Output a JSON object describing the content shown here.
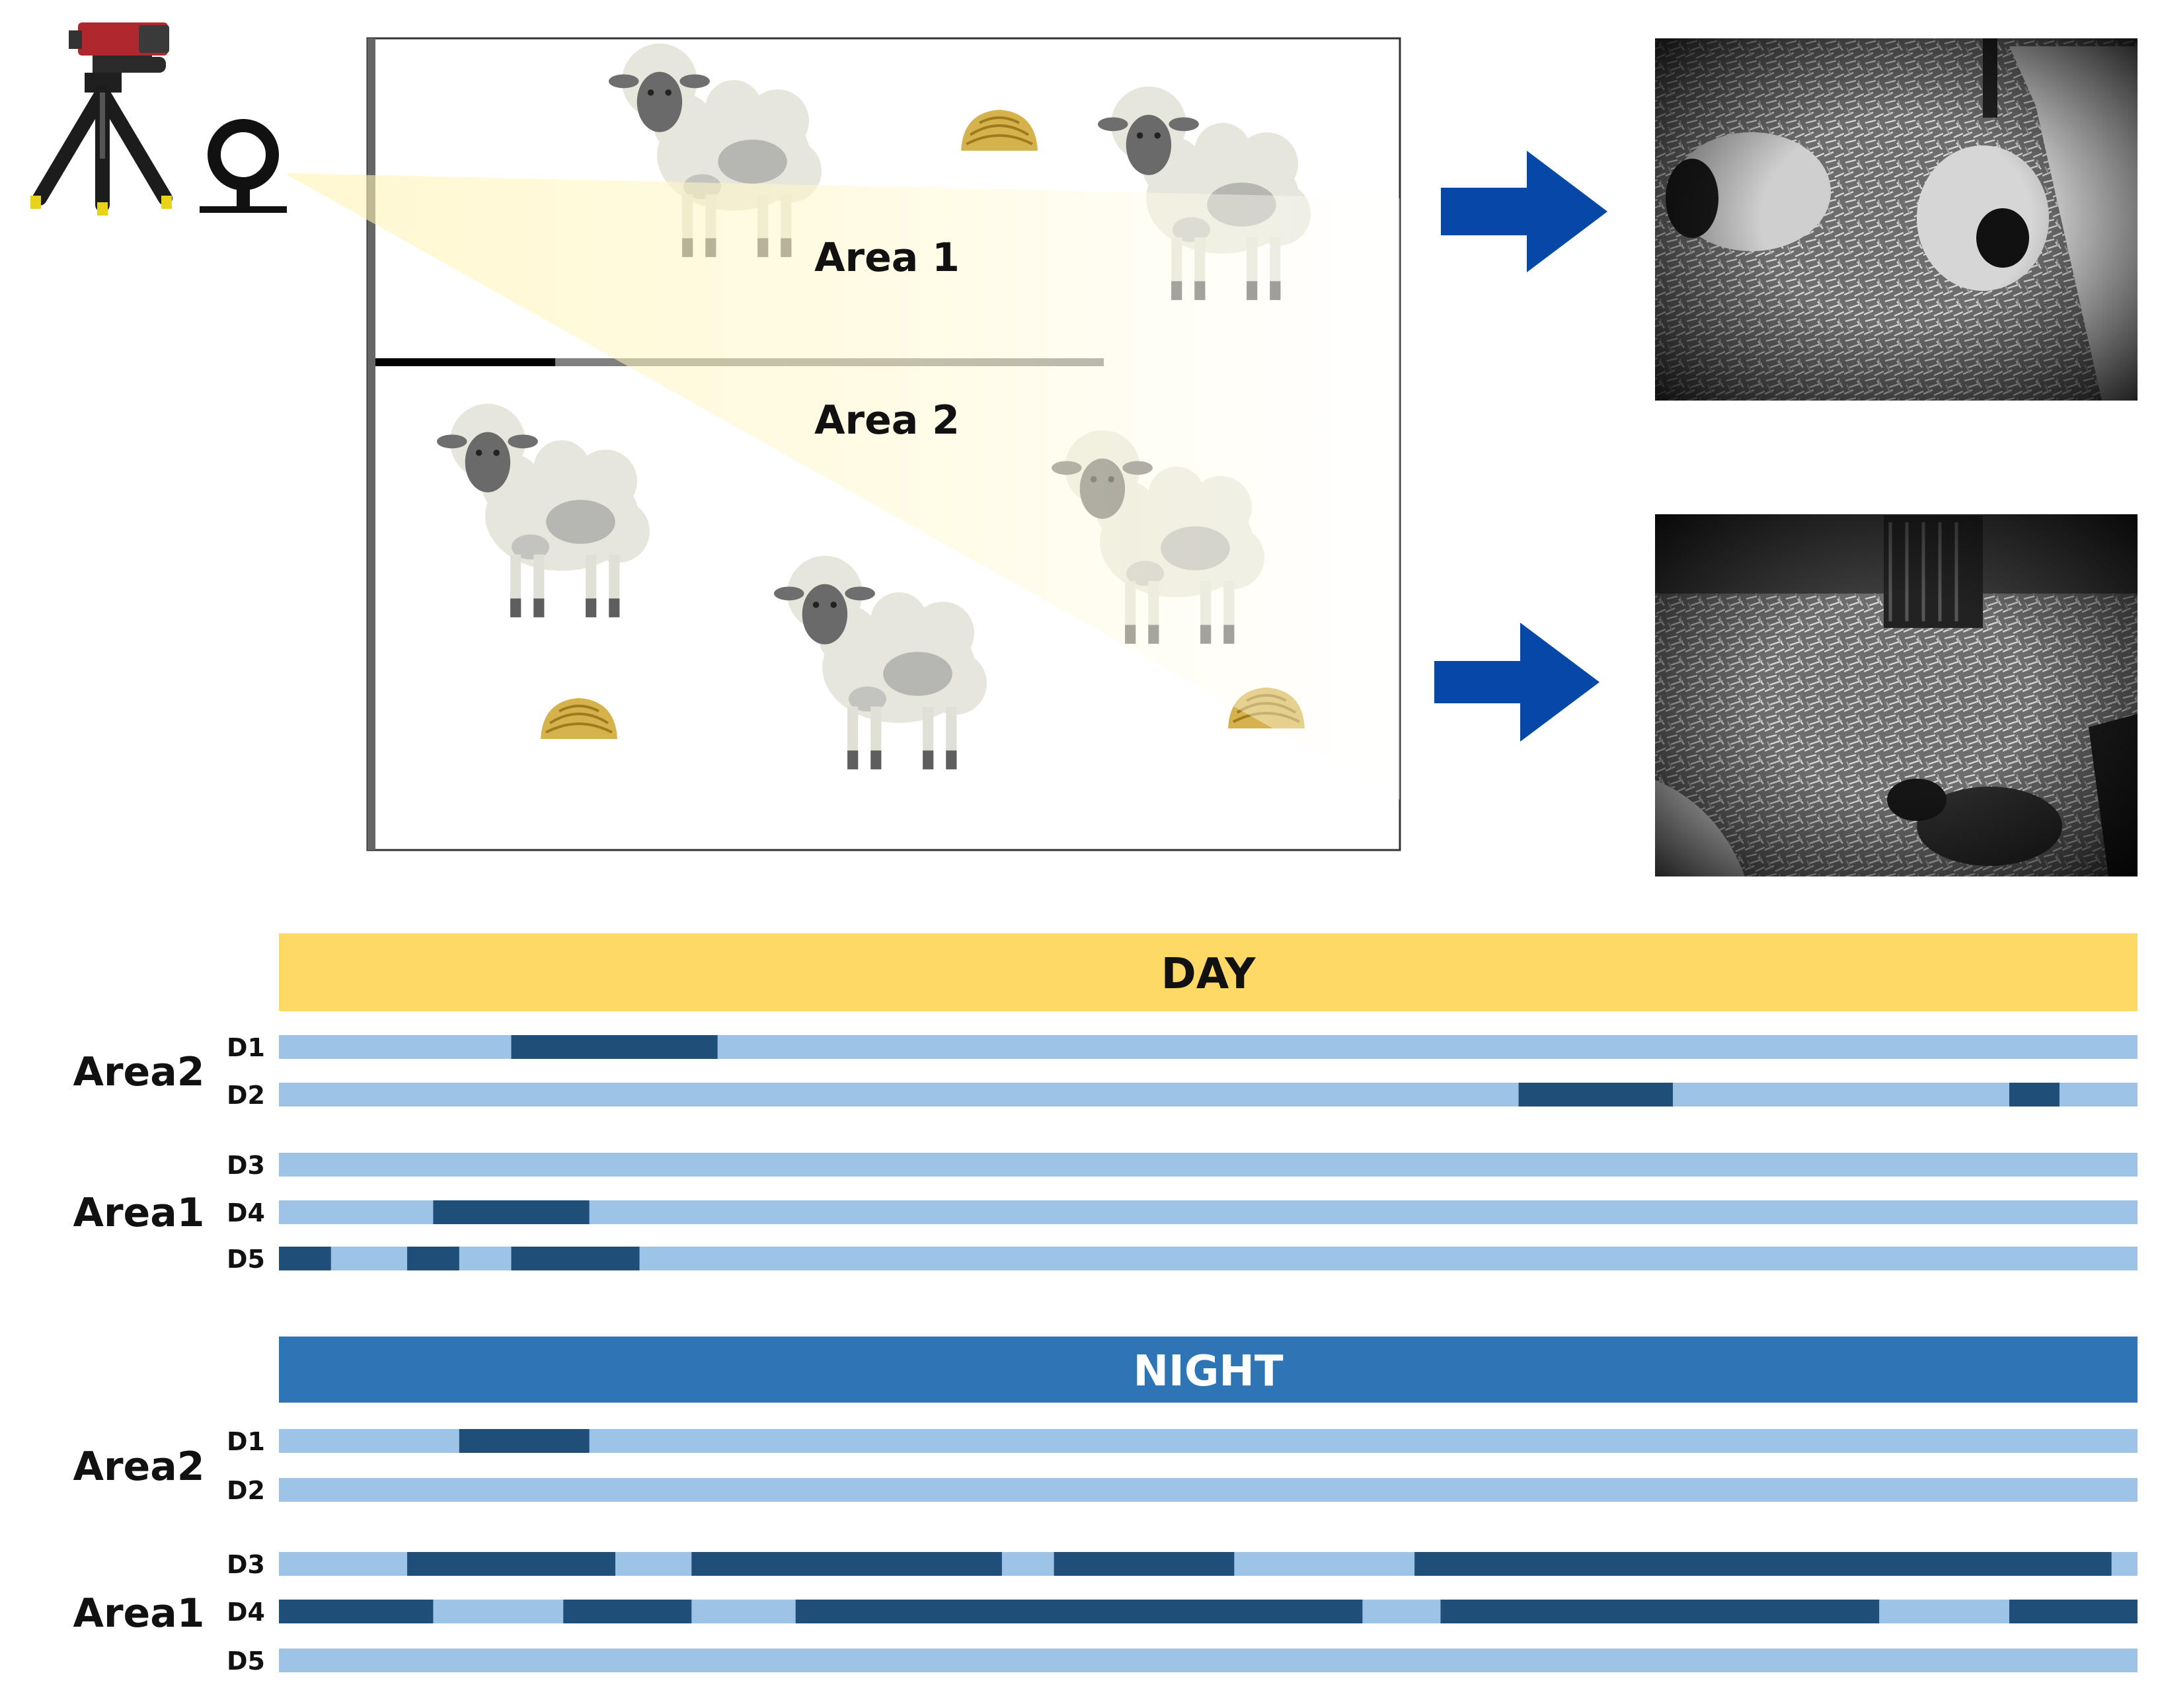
{
  "diagram": {
    "area1_label": "Area 1",
    "area2_label": "Area 2"
  },
  "timeline": {
    "colors": {
      "base": "#9dc3e6",
      "event": "#1f4e79",
      "day_header": "#ffd966",
      "night_header": "#2e75b6"
    },
    "panels": [
      {
        "header": "DAY",
        "groups": [
          {
            "label": "Area2",
            "rows": [
              {
                "label": "D1",
                "segments": [
                  [
                    0.125,
                    0.236
                  ]
                ]
              },
              {
                "label": "D2",
                "segments": [
                  [
                    0.667,
                    0.75
                  ],
                  [
                    0.931,
                    0.958
                  ]
                ]
              }
            ]
          },
          {
            "label": "Area1",
            "rows": [
              {
                "label": "D3",
                "segments": []
              },
              {
                "label": "D4",
                "segments": [
                  [
                    0.083,
                    0.167
                  ]
                ]
              },
              {
                "label": "D5",
                "segments": [
                  [
                    0.0,
                    0.028
                  ],
                  [
                    0.069,
                    0.097
                  ],
                  [
                    0.125,
                    0.194
                  ]
                ]
              }
            ]
          }
        ]
      },
      {
        "header": "NIGHT",
        "groups": [
          {
            "label": "Area2",
            "rows": [
              {
                "label": "D1",
                "segments": [
                  [
                    0.097,
                    0.167
                  ]
                ]
              },
              {
                "label": "D2",
                "segments": []
              }
            ]
          },
          {
            "label": "Area1",
            "rows": [
              {
                "label": "D3",
                "segments": [
                  [
                    0.069,
                    0.181
                  ],
                  [
                    0.222,
                    0.389
                  ],
                  [
                    0.417,
                    0.514
                  ],
                  [
                    0.611,
                    0.986
                  ]
                ]
              },
              {
                "label": "D4",
                "segments": [
                  [
                    0.0,
                    0.083
                  ],
                  [
                    0.153,
                    0.222
                  ],
                  [
                    0.278,
                    0.583
                  ],
                  [
                    0.625,
                    0.861
                  ],
                  [
                    0.931,
                    1.0
                  ]
                ]
              },
              {
                "label": "D5",
                "segments": []
              }
            ]
          }
        ]
      }
    ]
  }
}
